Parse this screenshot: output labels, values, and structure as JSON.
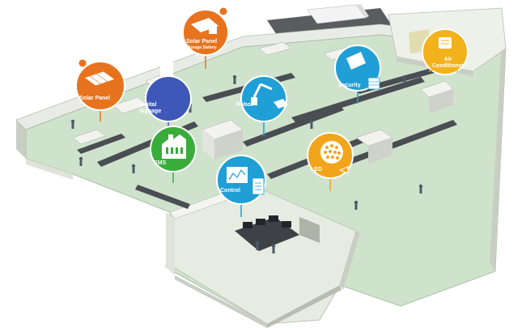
{
  "badges": {
    "solar_panel_left": {
      "label": "Solar Panel",
      "color": "#e8731e",
      "icon": "solar-panel-icon"
    },
    "solar_panel_battery": {
      "label": "Solar Panel",
      "sublabel": "Storage Battery",
      "color": "#e8731e",
      "icon": "solar-battery-icon"
    },
    "digital_signage": {
      "label_line1": "Digital",
      "label_line2": "Signage",
      "color": "#3d58b8",
      "icon": "signage-display-icon"
    },
    "robot": {
      "label": "Robot",
      "color": "#1f9fd6",
      "icon": "robot-arm-icon"
    },
    "security": {
      "label": "Security",
      "color": "#1f9fd6",
      "icon": "security-camera-icon"
    },
    "air_conditioner": {
      "label_line1": "Air",
      "label_line2": "Conditioner",
      "color": "#f2b21b",
      "icon": "air-conditioner-icon"
    },
    "ems": {
      "label": "EMS",
      "color": "#3aac3c",
      "icon": "factory-ems-icon"
    },
    "led": {
      "label": "LED",
      "color": "#f2a51b",
      "icon": "led-light-icon"
    },
    "control": {
      "label": "Control",
      "color": "#1f9fd6",
      "icon": "control-chart-icon"
    }
  },
  "colors": {
    "floor": "#cfe3cc",
    "wall": "#e9ece6",
    "wall_side": "#c9cec4",
    "road": "#5a5c60",
    "conveyor": "#4a4d52"
  }
}
